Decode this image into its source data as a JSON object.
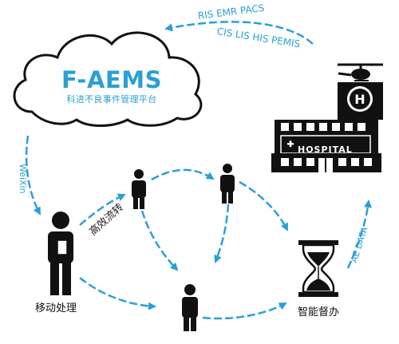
{
  "platform": {
    "name": "F-AEMS",
    "subtitle": "科进不良事件管理平台"
  },
  "connections": {
    "top_line1": "RIS EMR PACS",
    "top_line2": "CIS LIS HIS PEMIS",
    "weixin": "WeiXin",
    "efficient_flow": "高效流转",
    "ae_data": "AE DATA"
  },
  "labels": {
    "mobile_processing": "移动处理",
    "smart_supervision": "智能督办"
  },
  "hospital": {
    "sign": "HOSPITAL",
    "helipad_letter": "H"
  },
  "colors": {
    "accent": "#2a9fd8",
    "ink": "#111111",
    "cloud_fill": "#ffffff",
    "cloud_stroke": "#111111"
  },
  "icons": [
    "cloud-icon",
    "hospital-icon",
    "helicopter-icon",
    "person-icon",
    "hourglass-icon",
    "arrow-icon"
  ]
}
